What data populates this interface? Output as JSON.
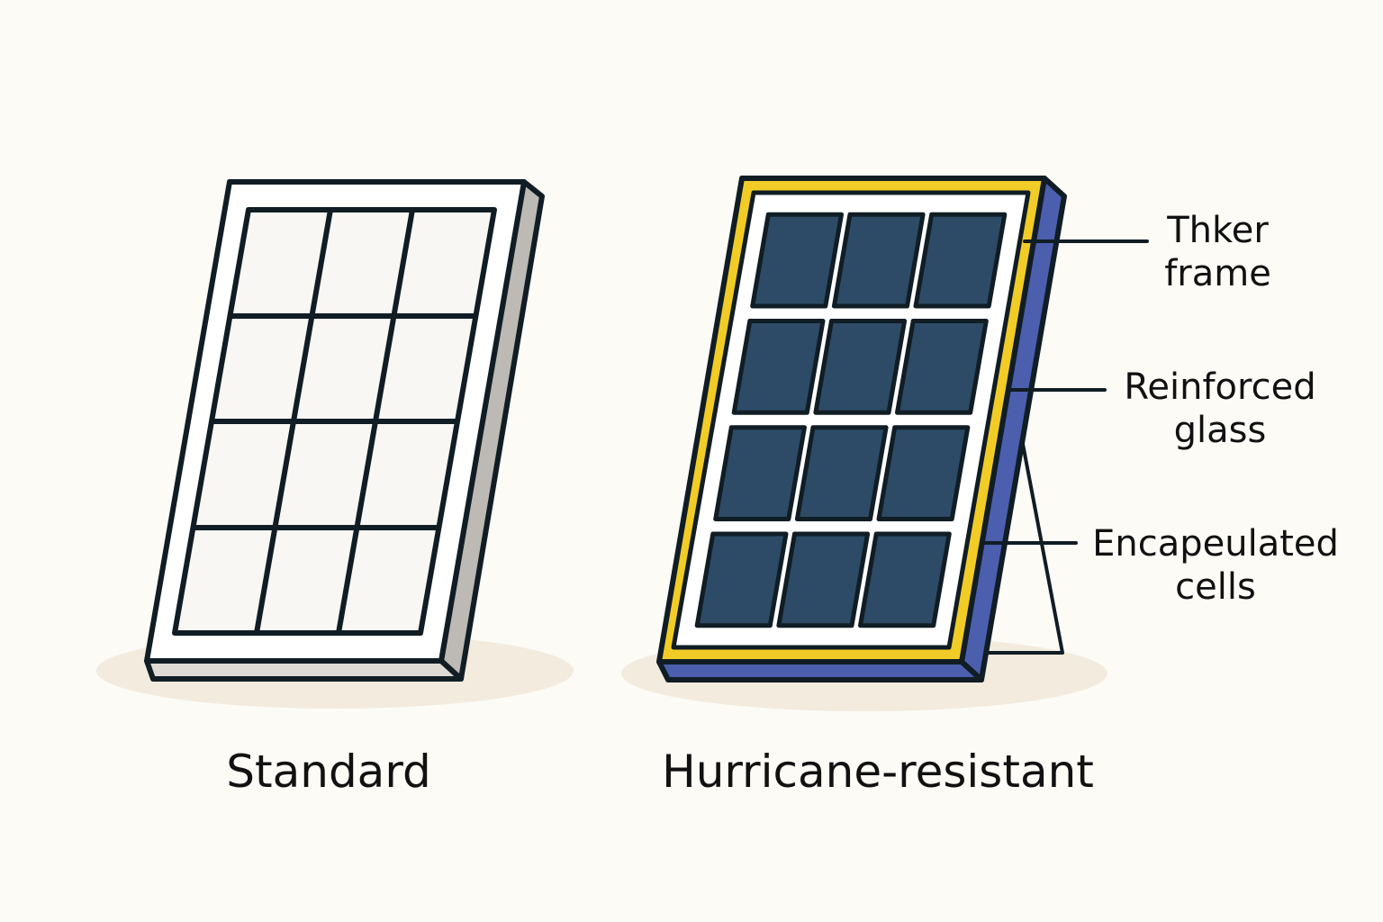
{
  "colors": {
    "background": "#fcfbf6",
    "outline": "#111d24",
    "standard_panel": "#ffffff",
    "standard_cell": "#f8f7f3",
    "standard_edge": "#bdb9b4",
    "hurricane_frame_accent": "#f2cc26",
    "hurricane_edge": "#4b5fae",
    "hurricane_cell": "#2d4b66",
    "shadow": "#f3ebde"
  },
  "panels": [
    {
      "id": "standard",
      "label": "Standard",
      "grid": {
        "rows": 4,
        "cols": 3
      }
    },
    {
      "id": "hurricane",
      "label": "Hurricane-resistant",
      "grid": {
        "rows": 4,
        "cols": 3
      }
    }
  ],
  "callouts": [
    {
      "id": "frame",
      "line1": "Thker",
      "line2": "frame"
    },
    {
      "id": "glass",
      "line1": "Reinforced",
      "line2": "glass"
    },
    {
      "id": "cells",
      "line1": "Encapeulated",
      "line2": "cells"
    }
  ]
}
